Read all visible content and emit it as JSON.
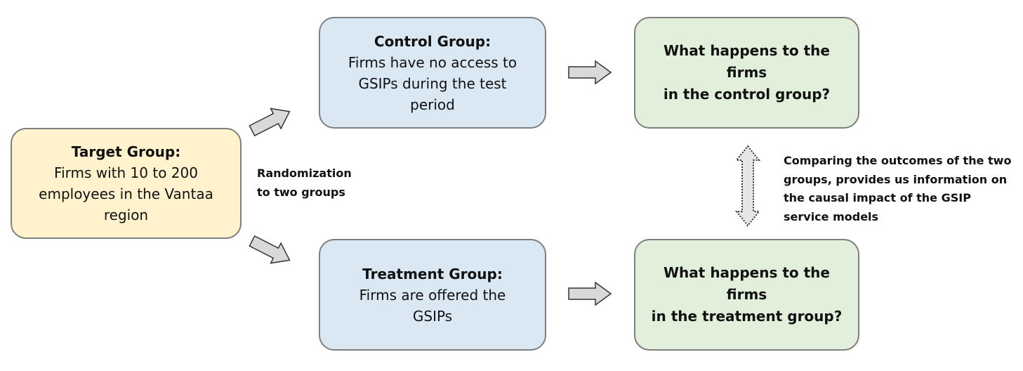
{
  "target_group": {
    "title": "Target Group:",
    "lines": [
      "Firms with 10 to 200",
      "employees in the Vantaa",
      "region"
    ]
  },
  "randomization": {
    "lines": [
      "Randomization",
      "to two groups"
    ]
  },
  "control_group": {
    "title": "Control Group:",
    "lines": [
      "Firms have no access to",
      "GSIPs during the test",
      "period"
    ]
  },
  "treatment_group": {
    "title": "Treatment Group:",
    "lines": [
      "Firms are offered the",
      "GSIPs"
    ]
  },
  "control_outcome": {
    "lines": [
      "What happens to the firms",
      "in the control group?"
    ]
  },
  "treatment_outcome": {
    "lines": [
      "What happens to the firms",
      "in the treatment group?"
    ]
  },
  "comparison": {
    "lines": [
      "Comparing the outcomes of the two",
      "groups, provides us information on",
      "the causal impact of the GSIP",
      "service models"
    ]
  },
  "colors": {
    "target_fill": "#fff2cc",
    "group_fill": "#dae8f4",
    "outcome_fill": "#e2efda",
    "border": "#7f7f7f",
    "arrow_fill": "#d9d9d9",
    "arrow_stroke": "#333333"
  }
}
